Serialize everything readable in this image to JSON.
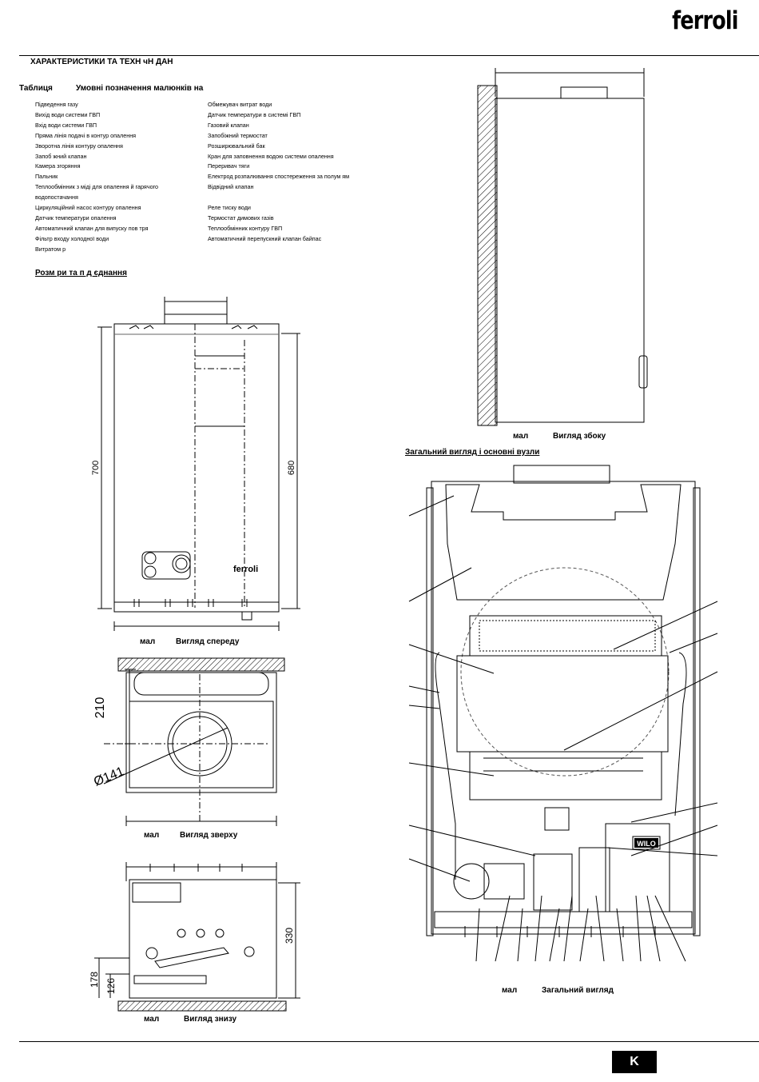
{
  "brand": "ferroli",
  "header": {
    "section_title": "ХАРАКТЕРИСТИКИ ТА ТЕХН чН  ДАН"
  },
  "legend": {
    "table_label": "Таблиця",
    "table_title": "Умовні позначення малюнків на",
    "left_items": [
      "Підведення газу",
      "Вихід води системи ГВП",
      "Вхід води системи ГВП",
      "Пряма лінія  подачі  в контур опалення",
      "Зворотна лінія контуру опалення",
      "Запоб жний клапан",
      "Камера згоряння",
      "Пальник",
      "Теплообмінник з міді для опалення й гарячого",
      "водопостачання",
      "Циркуляційний насос контуру опалення",
      "Датчик температури опалення",
      "Автоматичний клапан для випуску пов тря",
      "Фільтр входу холодної води",
      "Витратом р"
    ],
    "right_items": [
      "Обмежувач витрат води",
      "Датчик температури в системі ГВП",
      "Газовий клапан",
      "Запобіжний термостат",
      "Розширювальний бак",
      "Кран для заповнення водою системи опалення",
      "Переривач тяги",
      "Електрод розпалювання  спостереження за полум ям",
      "Відвідний клапан",
      "",
      "Реле тиску води",
      "Термостат димових газів",
      "Теплообмінник контуру ГВП",
      "Автоматичний перепускний клапан  байпас"
    ]
  },
  "dimensions_title": "Розм ри та п д єднання",
  "figures": {
    "front": {
      "fig": "мал",
      "title": "Вигляд спереду",
      "dim_height": "700",
      "dim_inner": "680",
      "brand_mark": "ferroli"
    },
    "side": {
      "fig": "мал",
      "title": "Вигляд збоку"
    },
    "top": {
      "fig": "мал",
      "title": "Вигляд зверху",
      "dim_depth": "210",
      "dim_diam": "Ø141"
    },
    "bottom": {
      "fig": "мал",
      "title": "Вигляд знизу",
      "dim_330": "330",
      "dim_178": "178",
      "dim_126": "126"
    },
    "general": {
      "fig": "мал",
      "title": "Загальний вигляд",
      "section_heading": "Загальний вигляд і основні вузли",
      "label_wilo": "WILO"
    }
  },
  "page_marker": "K"
}
